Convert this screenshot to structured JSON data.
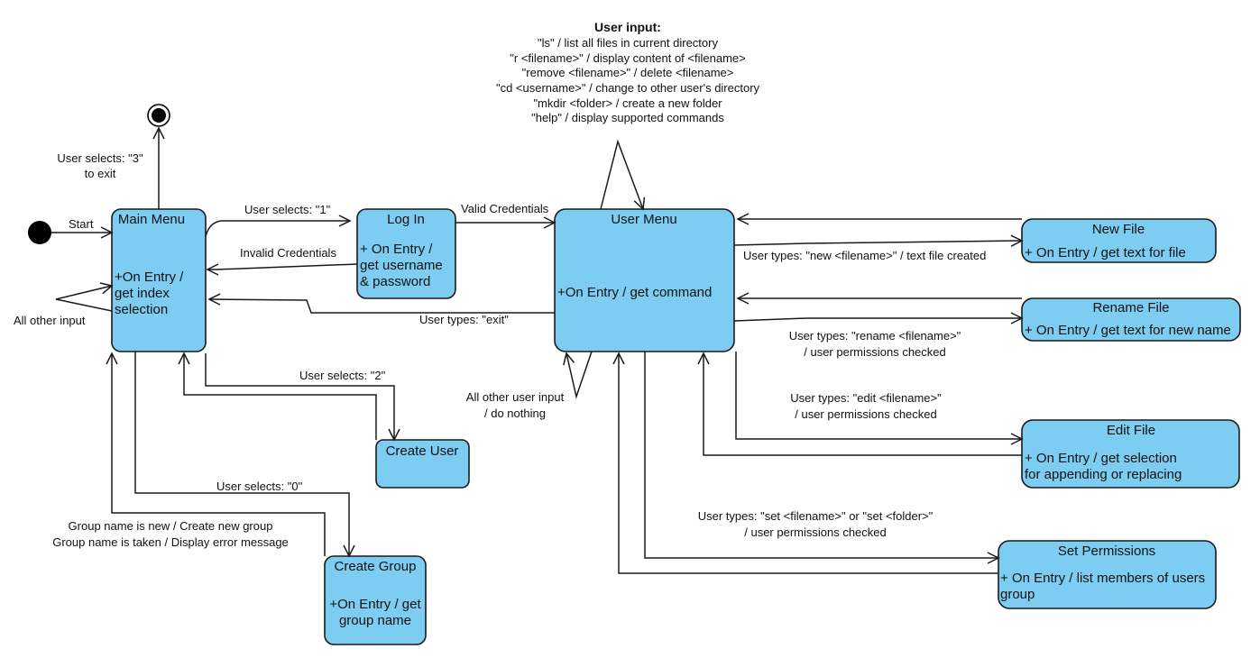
{
  "states": {
    "main_menu": {
      "title": "Main Menu",
      "body": [
        "+On Entry /",
        "get index",
        "selection"
      ]
    },
    "log_in": {
      "title": "Log In",
      "body": [
        "+ On Entry /",
        "get username",
        "& password"
      ]
    },
    "user_menu": {
      "title": "User Menu",
      "body": [
        "+On Entry / get command"
      ]
    },
    "create_user": {
      "title": "Create User",
      "body": []
    },
    "create_group": {
      "title": "Create Group",
      "body": [
        "+On Entry / get",
        "group name"
      ]
    },
    "new_file": {
      "title": "New File",
      "body": [
        "+ On Entry / get text for file"
      ]
    },
    "rename_file": {
      "title": "Rename File",
      "body": [
        "+ On Entry / get text for new name"
      ]
    },
    "edit_file": {
      "title": "Edit File",
      "body": [
        "+ On Entry / get selection",
        "for appending or replacing"
      ]
    },
    "set_permissions": {
      "title": "Set Permissions",
      "body": [
        "+ On Entry / list members of users",
        "group"
      ]
    }
  },
  "user_input_note": {
    "title": "User input:",
    "lines": [
      "\"ls\" / list all files in current directory",
      "\"r <filename>\" / display content of <filename>",
      "\"remove <filename>\" / delete <filename>",
      "\"cd <username>\" / change to other user's directory",
      "\"mkdir <folder> / create a new folder",
      "\"help\" / display supported commands"
    ]
  },
  "transitions": {
    "start": "Start",
    "exit": [
      "User selects: \"3\"",
      "to exit"
    ],
    "all_other_input": "All other input",
    "select_1": "User selects: \"1\"",
    "invalid_credentials": "Invalid Credentials",
    "valid_credentials": "Valid Credentials",
    "user_types_exit": "User types: \"exit\"",
    "select_2": "User selects: \"2\"",
    "select_0": "User selects: \"0\"",
    "group_result": [
      "Group name is new / Create new group",
      "Group name is taken / Display error message"
    ],
    "all_other_user_input": [
      "All other user input",
      "/ do nothing"
    ],
    "new_file": "User types: \"new <filename>\" / text file created",
    "rename": [
      "User types: \"rename <filename>\"",
      "/  user permissions checked"
    ],
    "edit": [
      "User types: \"edit <filename>\"",
      "/ user permissions checked"
    ],
    "set": [
      "User types: \"set <filename>\" or \"set <folder>\"",
      "/ user permissions checked"
    ]
  }
}
